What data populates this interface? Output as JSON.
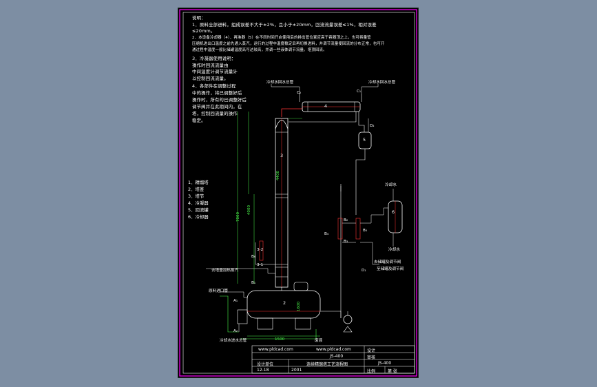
{
  "notes": {
    "heading": "说明：",
    "lines": [
      "1．原料全部进料，组成误差不大于±2%，且小于±20mm，回流流量误差≤1%，相对误差",
      "≤20mm。",
      "2．本设备冷却器（4）、再沸器（5）在不同时间开启使用后的排出管位置应高于容器顶之上，也可将量管",
      "压缩机进出口温度之前先通入蒸汽，运行的过程中温度稳定后再切换进料，并调节流量使回流的分布正常，也可开",
      "通过程中温度一般比储罐温度高可达较高，并调一些液体调节流量。塔顶回流。",
      "3．冷凝器使用说明：",
      "操作时回流流量由",
      "中间温度计调节流量计",
      "以控制回流流量。",
      "4．各部件在调整过程",
      "中的操作，将已调整好后",
      "操作时，所有的已调整好后",
      "调节阀并在此期间内，在",
      "塔，控制回流量的操作",
      "稳定。"
    ]
  },
  "legend": [
    "1．精馏塔",
    "2．塔釜",
    "3．塔节",
    "4．冷凝器",
    "5．回流罐",
    "6．冷却器"
  ],
  "labels": {
    "coolant_left": "冷却水回水总管",
    "coolant_right": "冷却水回水总管",
    "cooling_water": "冷却水",
    "cooling_water_bottom": "冷却水",
    "c2": "C₂",
    "c1": "C₁",
    "d2": "D₂",
    "d1": "D₁",
    "b4": "B₄",
    "b5": "B₅",
    "b2": "B₂",
    "b3": "B₃",
    "b1": "B₁",
    "a1": "A₁",
    "a2": "A₂",
    "b6": "B₆",
    "to_heater": "去储罐及调节阀",
    "to_valve": "至储罐及调节阀",
    "feed_left": "原料进口管",
    "steam_left": "去塔釜加热蒸汽",
    "bottom_left": "冷却水进水总管",
    "bottom_right": "废液",
    "dim_4000": "4000",
    "dim_7000": "7000",
    "dim_4400": "4400",
    "dim_1500": "1500",
    "dim_1600": "1600",
    "num_4": "4",
    "num_5": "5",
    "num_3": "3",
    "num_2": "2",
    "num_6": "6",
    "p_3_1": "3-1",
    "p_3_2": "3-2"
  },
  "title_block": {
    "url_left": "www.pldcad.com",
    "url_right": "www.pldcad.com",
    "drawing_no": "JS-400",
    "drawing_no_right": "JS-400",
    "title": "连续精馏塔工艺流程图",
    "design": "设计",
    "check": "审核",
    "date": "12-18",
    "year": "2001",
    "scale": "比例",
    "sheet": "第 张",
    "unit": "设计单位"
  },
  "colors": {
    "background": "#7d8ea3",
    "sheet": "#000000",
    "frame": "#ff00ff",
    "pipe": "#ffffff",
    "steam": "#ff3333",
    "dimension": "#4cff4c",
    "title_text": "#35e8ff"
  }
}
